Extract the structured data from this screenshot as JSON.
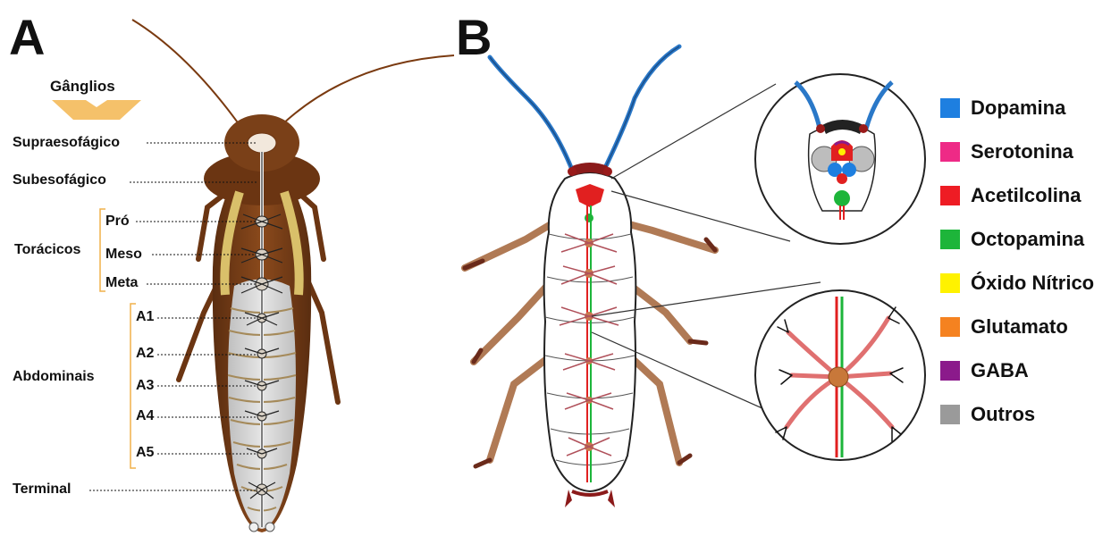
{
  "panel_a": {
    "letter": "A",
    "header": "Gânglios",
    "labels": {
      "supra": "Supraesofágico",
      "sub": "Subesofágico",
      "toracicos": "Torácicos",
      "pro": "Pró",
      "meso": "Meso",
      "meta": "Meta",
      "abdominais": "Abdominais",
      "a1": "A1",
      "a2": "A2",
      "a3": "A3",
      "a4": "A4",
      "a5": "A5",
      "terminal": "Terminal"
    }
  },
  "panel_b": {
    "letter": "B"
  },
  "legend": [
    {
      "label": "Dopamina",
      "color": "#1e7fe0"
    },
    {
      "label": "Serotonina",
      "color": "#ee2a86"
    },
    {
      "label": "Acetilcolina",
      "color": "#ee1c24"
    },
    {
      "label": "Octopamina",
      "color": "#1db53a"
    },
    {
      "label": "Óxido Nítrico",
      "color": "#fff200"
    },
    {
      "label": "Glutamato",
      "color": "#f58220"
    },
    {
      "label": "GABA",
      "color": "#8b1a8b"
    },
    {
      "label": "Outros",
      "color": "#9a9a9a"
    }
  ]
}
